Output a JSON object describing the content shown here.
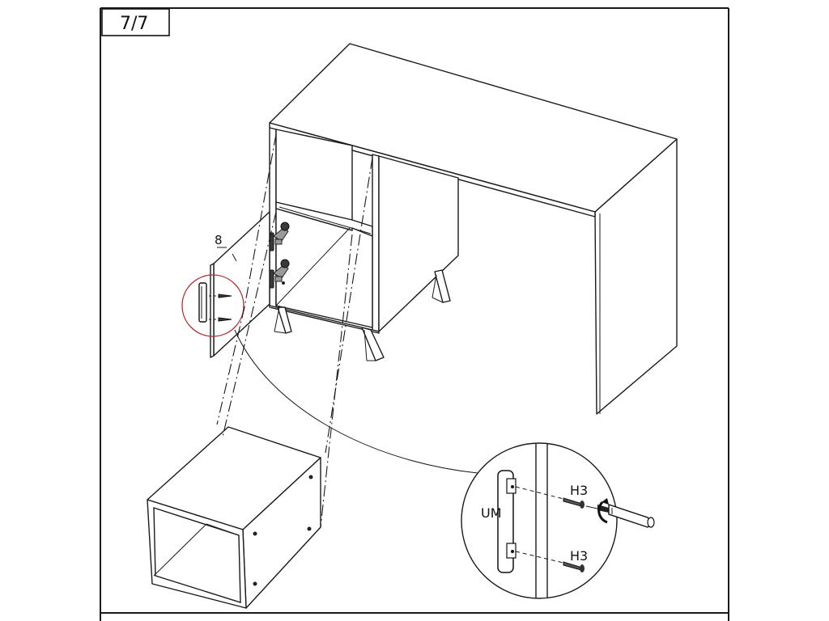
{
  "page": {
    "step_label": "7/7"
  },
  "callouts": {
    "part_number": "8",
    "handle_label": "UM",
    "screw_top_label": "H3",
    "screw_bottom_label": "H3"
  },
  "colors": {
    "line": "#1a1a1a",
    "detail_circle": "#b03030",
    "hardware_fill": "#3a3a3a"
  }
}
